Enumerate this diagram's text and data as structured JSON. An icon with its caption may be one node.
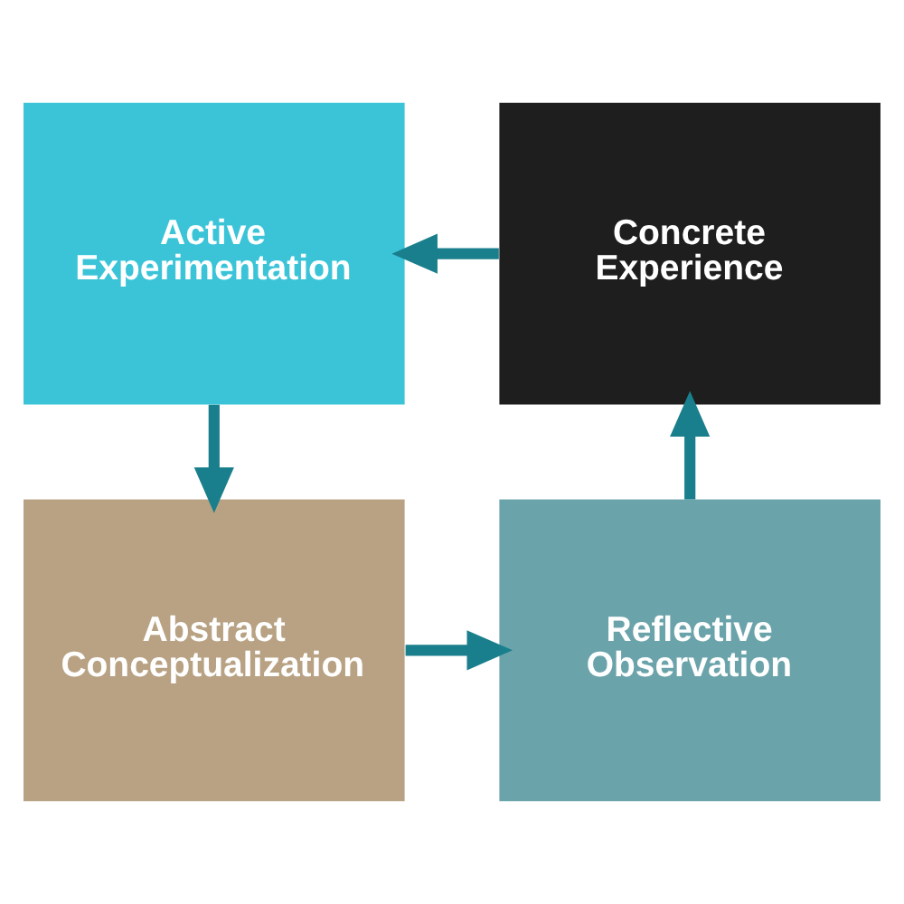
{
  "diagram": {
    "nodes": [
      {
        "text": [
          "Active Experimentation"
        ]
      },
      {
        "text": [
          "Concrete Experience"
        ]
      },
      {
        "text": [
          "Abstract Conceptualization"
        ]
      },
      {
        "text": [
          "Reflective Observation"
        ]
      }
    ],
    "edges": [
      {
        "from": 1,
        "to": 0,
        "arrow": "to"
      },
      {
        "from": 0,
        "to": 2,
        "arrow": "to"
      },
      {
        "from": 2,
        "to": 3,
        "arrow": "to"
      },
      {
        "from": 3,
        "to": 1,
        "arrow": "to"
      }
    ]
  }
}
